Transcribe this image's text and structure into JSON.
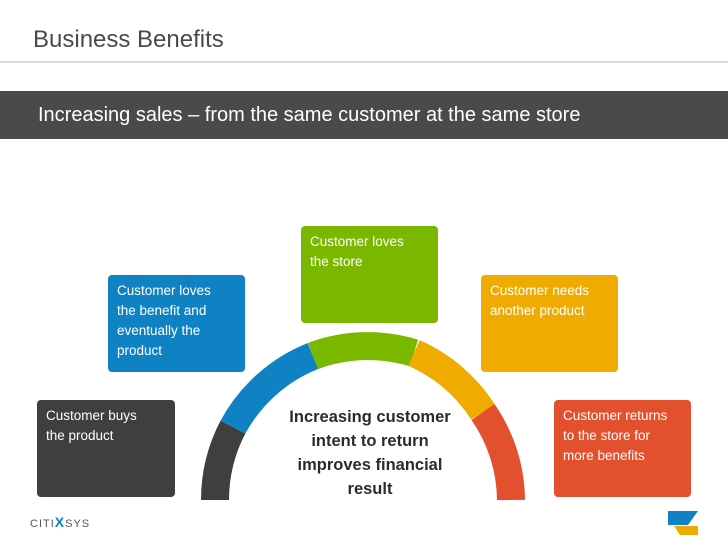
{
  "header": {
    "title": "Business Benefits"
  },
  "banner": {
    "text": "Increasing sales – from the same customer at the same store"
  },
  "steps": [
    {
      "lines": [
        "Customer buys",
        "the product"
      ],
      "color": "#3f3f3f"
    },
    {
      "lines": [
        "Customer loves",
        "the benefit and",
        "eventually the",
        "product"
      ],
      "color": "#0f82c4"
    },
    {
      "lines": [
        "Customer loves",
        "the store"
      ],
      "color": "#7ab800"
    },
    {
      "lines": [
        "Customer needs",
        "another product"
      ],
      "color": "#f0ab00"
    },
    {
      "lines": [
        "Customer returns",
        "to the store for",
        "more benefits"
      ],
      "color": "#e2502e"
    }
  ],
  "center": {
    "lines": [
      "Increasing customer",
      "intent to return",
      "improves financial",
      "result"
    ]
  },
  "footer": {
    "left_logo": {
      "before": "CITI",
      "mark": "X",
      "after": "SYS"
    },
    "right_logo": {
      "icon": "sap-partner-logo"
    }
  }
}
